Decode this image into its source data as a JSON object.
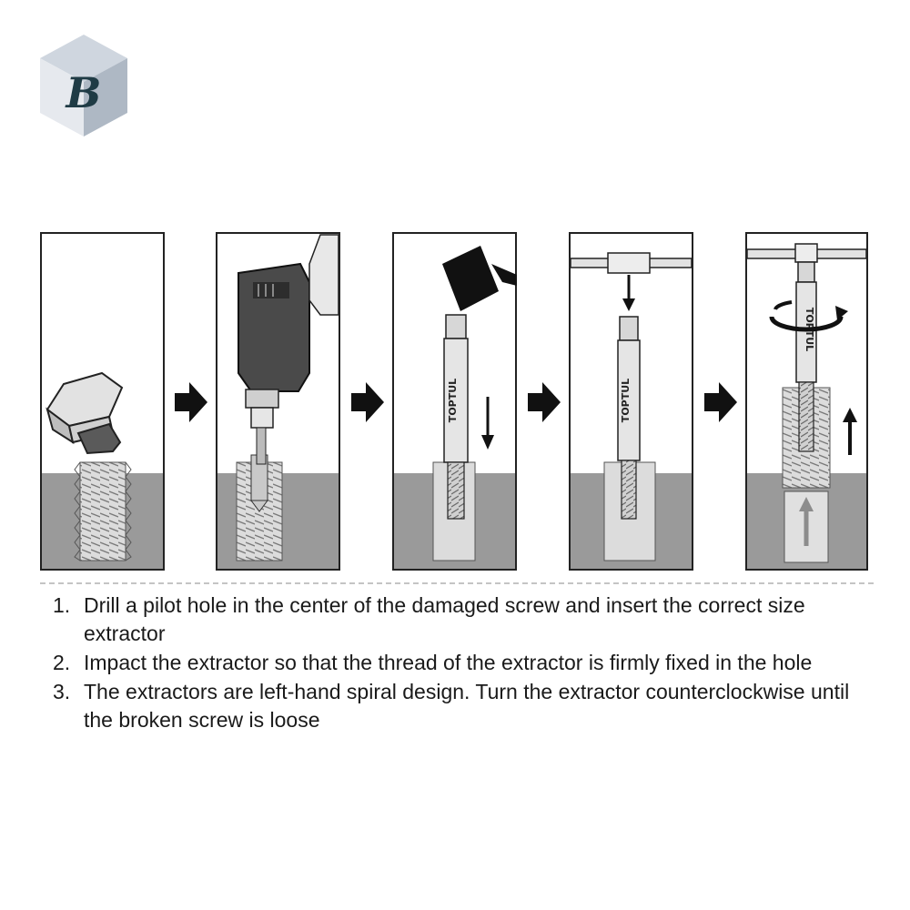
{
  "logo": {
    "icon": "cube-logo-icon",
    "letter": "B"
  },
  "panels": [
    {
      "step": "broken-screw",
      "brand": ""
    },
    {
      "step": "drill-pilot-hole",
      "brand": ""
    },
    {
      "step": "impact-extractor",
      "brand": "TOPTUL"
    },
    {
      "step": "attach-tap-handle",
      "brand": "TOPTUL"
    },
    {
      "step": "turn-counterclockwise",
      "brand": "TOPTUL"
    }
  ],
  "colors": {
    "outline": "#222222",
    "ground": "#9a9a9a",
    "metal": "#d9d9d9",
    "dark": "#111111",
    "separator": "#c4c4c4"
  },
  "instructions": [
    {
      "number": "1.",
      "text": "Drill a pilot hole in the center of the damaged screw and insert the correct size extractor"
    },
    {
      "number": "2.",
      "text": "Impact the extractor so that the thread of the extractor is firmly fixed in the hole"
    },
    {
      "number": "3.",
      "text": "The extractors are left-hand spiral design. Turn the extractor counterclockwise until the broken screw is loose"
    }
  ]
}
